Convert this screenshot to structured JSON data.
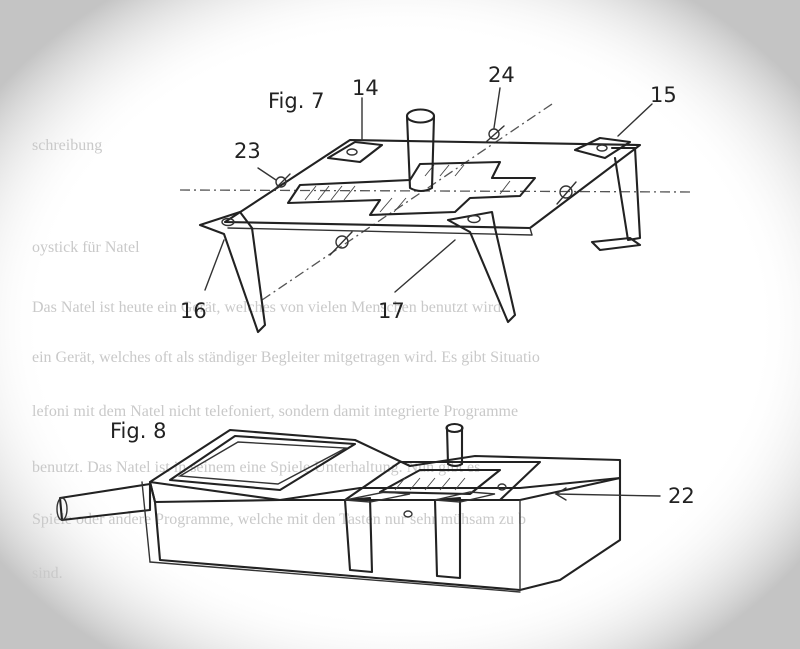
{
  "figures": [
    {
      "title": "Fig. 7",
      "part_labels": [
        "14",
        "24",
        "15",
        "23",
        "16",
        "17"
      ]
    },
    {
      "title": "Fig. 8",
      "part_labels": [
        "22"
      ]
    }
  ],
  "background_text": [
    "schreibung",
    "oystick für Natel",
    "Das Natel ist heute ein Gerät, welches von vielen Menschen benutzt wird",
    "ein Gerät, welches oft als ständiger Begleiter mitgetragen wird. Es gibt Situatio",
    "lefoni mit dem Natel nicht telefoniert, sondern damit integrierte Programme",
    "benutzt. Das Natel ist in seinem eine Spiele Unterhaltung. Nun gibt es",
    "Spiele oder andere Programme, welche mit den Tasten nur sehr mühsam zu b",
    "sind."
  ]
}
